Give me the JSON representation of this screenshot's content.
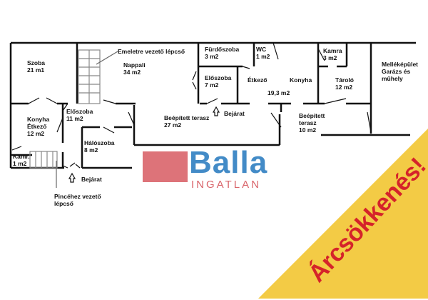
{
  "rooms": {
    "szoba": "Szoba\n21 m1",
    "stairs_up": "Emeletre vezető lépcső",
    "nappali": "Nappali\n34 m2",
    "furdo": "Fürdőszoba\n3 m2",
    "wc": "WC\n1 m2",
    "eloszoba_right": "Előszoba\n7 m2",
    "etkezo": "Étkező",
    "konyha": "Konyha",
    "konyha_area": "19,3 m2",
    "kamra": "Kamra\n3 m2",
    "tarolo": "Tároló\n12 m2",
    "mellek": "Melléképület\nGarázs és\nműhely",
    "konyha_etkezo": "Konyha\nÉtkező\n12 m2",
    "eloszoba_left": "Előszoba\n11 m2",
    "terasz_big": "Beépített terasz\n27 m2",
    "bejarat_right": "Bejárat",
    "terasz_small": "Beépített\nterasz\n10 m2",
    "haloszoba": "Hálószoba\n8 m2",
    "kamr": "Kamr.\n1 m2",
    "bejarat_left": "Bejárat",
    "pince": "Pincéhez vezető\nlépcső"
  },
  "logo": {
    "name": "Balla",
    "sub": "INGATLAN"
  },
  "badge": {
    "text": "Árcsökkenés!",
    "color": "#d5232a",
    "background": "#f3cb45"
  },
  "colors": {
    "logo_red": "#d9646a",
    "logo_blue": "#2f7fc1"
  }
}
